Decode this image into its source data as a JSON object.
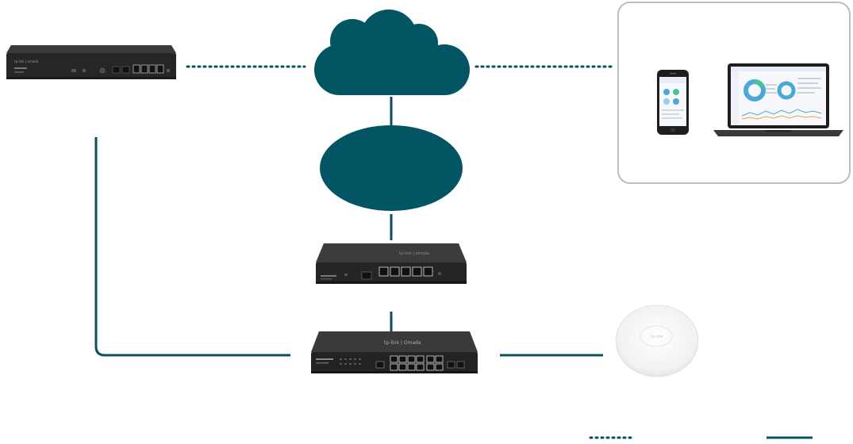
{
  "diagram": {
    "colors": {
      "teal": "#035563",
      "line": "#0b4f5e",
      "device_dark": "#2b2b2b",
      "device_top": "#3a3a3a",
      "panel_border": "#bdbdbd",
      "ap_white": "#f4f4f4"
    },
    "devices": {
      "controller": {
        "icon": "hardware-controller-icon",
        "brand": "tp-link | omada"
      },
      "cloud": {
        "icon": "cloud-icon"
      },
      "isp": {
        "icon": "isp-ellipse-icon"
      },
      "gateway": {
        "icon": "router-gateway-icon",
        "brand": "tp-link | omada"
      },
      "switch": {
        "icon": "poe-switch-icon",
        "brand": "tp-link | Omada"
      },
      "access_point": {
        "icon": "ceiling-access-point-icon",
        "brand": "tp-link"
      },
      "phone": {
        "icon": "smartphone-icon"
      },
      "laptop": {
        "icon": "laptop-icon"
      }
    },
    "legend": {
      "dotted": {
        "icon": "dotted-line-legend-icon"
      },
      "solid": {
        "icon": "solid-line-legend-icon"
      }
    }
  }
}
